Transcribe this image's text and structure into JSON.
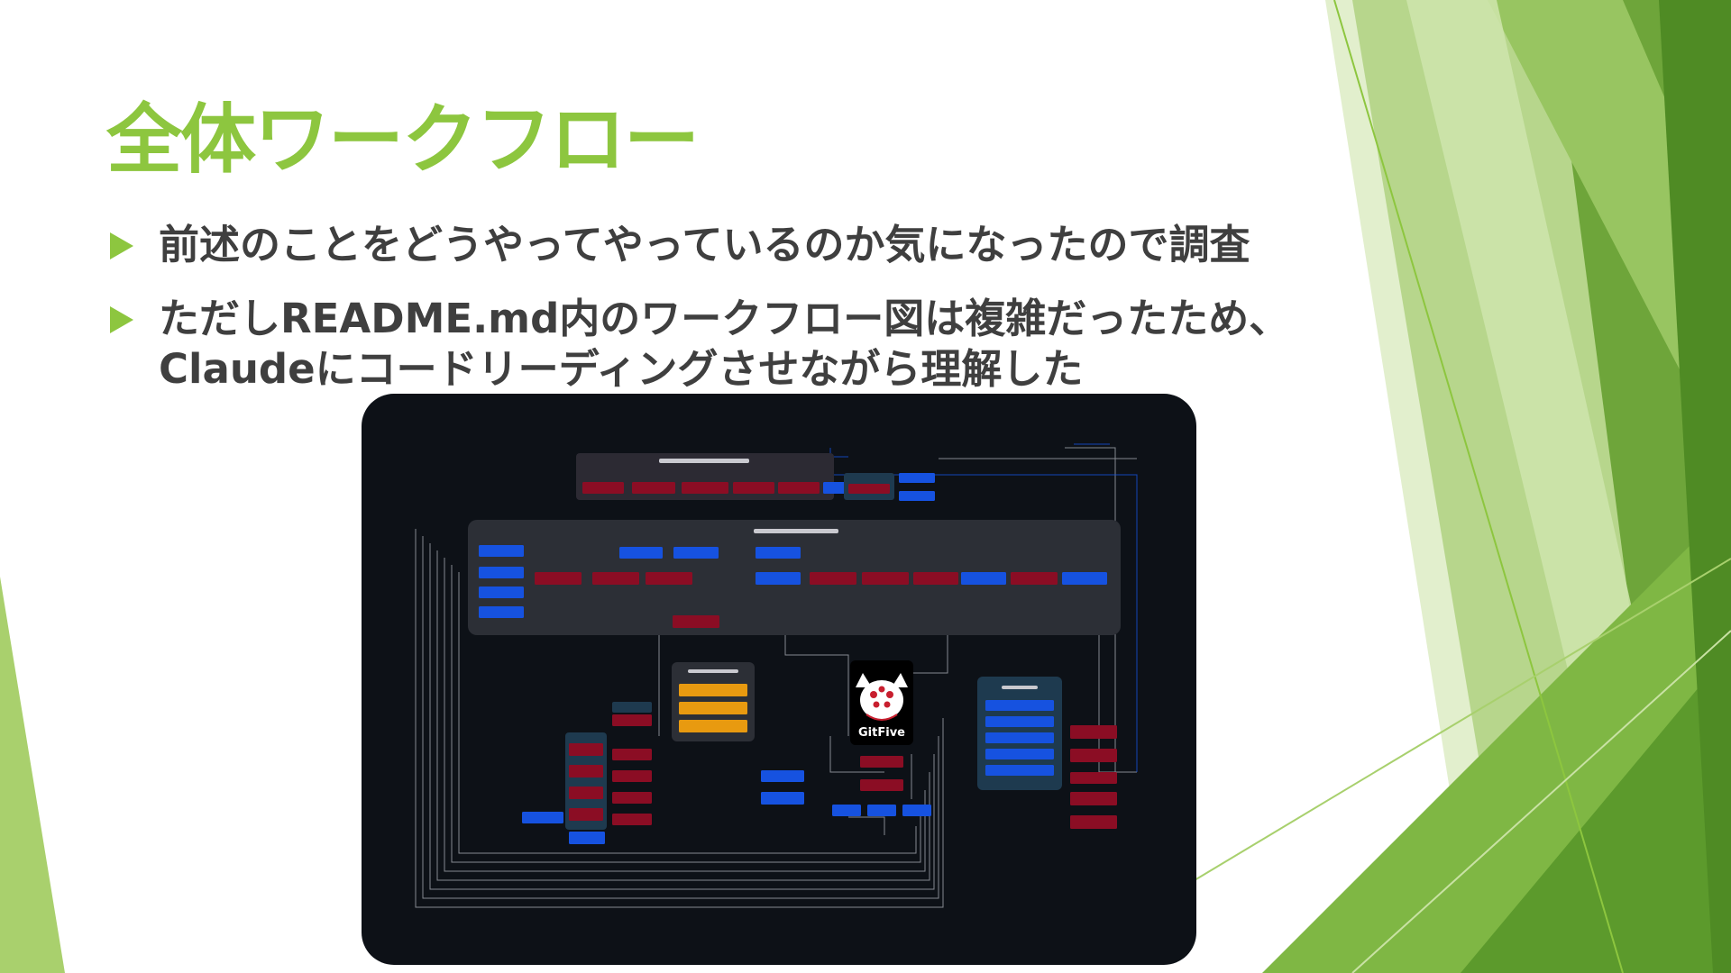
{
  "slide": {
    "title": "全体ワークフロー",
    "bullets": [
      "前述のことをどうやってやっているのか気になったので調査",
      "ただしREADME.md内のワークフロー図は複雑だったため、Claudeにコードリーディングさせながら理解した"
    ]
  },
  "diagram": {
    "logo_text": "GitFive"
  },
  "colors": {
    "accent_green": "#8dc63f",
    "text_dark": "#3f3f3f",
    "diagram_bg": "#0d1117",
    "node_red": "#8b0d24",
    "node_blue": "#1652e0",
    "node_orange": "#e89a10"
  }
}
